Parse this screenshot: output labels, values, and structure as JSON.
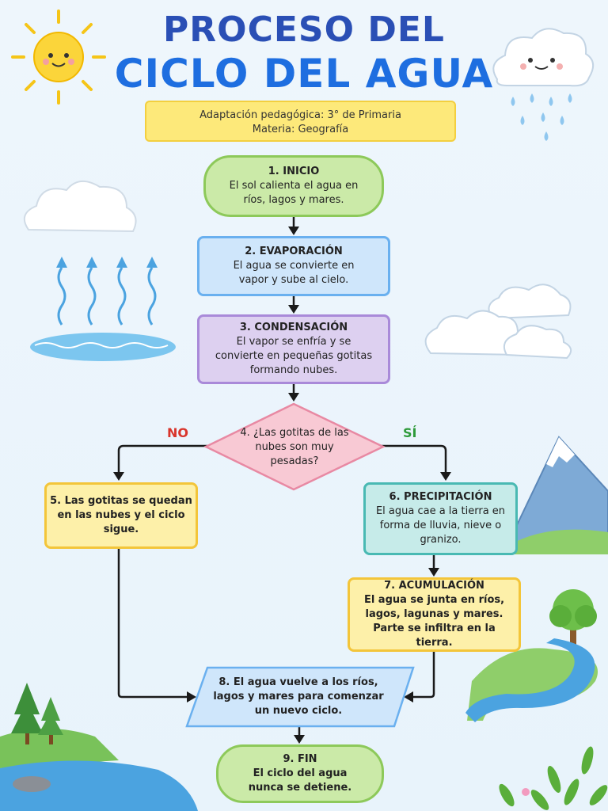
{
  "title": {
    "line1": "PROCESO DEL",
    "line2": "CICLO DEL AGUA"
  },
  "subtitle": {
    "line1": "Adaptación pedagógica: 3° de Primaria",
    "line2": "Materia: Geografía"
  },
  "nodes": {
    "n1": {
      "title": "1. INICIO",
      "text": "El sol calienta el agua en ríos, lagos y mares."
    },
    "n2": {
      "title": "2. EVAPORACIÓN",
      "text": "El agua se convierte en vapor y sube al cielo."
    },
    "n3": {
      "title": "3. CONDENSACIÓN",
      "text": "El vapor se enfría y se convierte en pequeñas gotitas formando nubes."
    },
    "n4": {
      "text": "4. ¿Las gotitas de las nubes son muy pesadas?"
    },
    "n5": {
      "text": "5. Las gotitas se quedan en las nubes y el ciclo sigue."
    },
    "n6": {
      "title": "6. PRECIPITACIÓN",
      "text": "El agua cae a la tierra en forma de lluvia, nieve o granizo."
    },
    "n7": {
      "title": "7. ACUMULACIÓN",
      "text": "El agua se junta en ríos, lagos, lagunas y mares. Parte se infiltra en la tierra."
    },
    "n8": {
      "text": "8. El agua vuelve a los ríos, lagos y mares para comenzar un nuevo ciclo."
    },
    "n9": {
      "title": "9. FIN",
      "text": "El ciclo del agua nunca se detiene."
    }
  },
  "branches": {
    "no": "NO",
    "yes": "SÍ"
  },
  "colors": {
    "title_dark": "#2a4fb5",
    "title_light": "#1e6ee0",
    "start_end": "#cbeaa8",
    "evaporation": "#cfe6fb",
    "condensation": "#ddd0f0",
    "decision": "#f8c9d4",
    "yellow": "#fdf0a9",
    "teal": "#c6ebe9",
    "parallelogram": "#cfe6fb"
  },
  "icons": [
    "sun-icon",
    "rain-cloud-icon",
    "cloud-icon",
    "steam-waves-icon",
    "mountain-icon",
    "tree-icon",
    "river-icon",
    "pine-trees-icon",
    "plant-icon"
  ]
}
